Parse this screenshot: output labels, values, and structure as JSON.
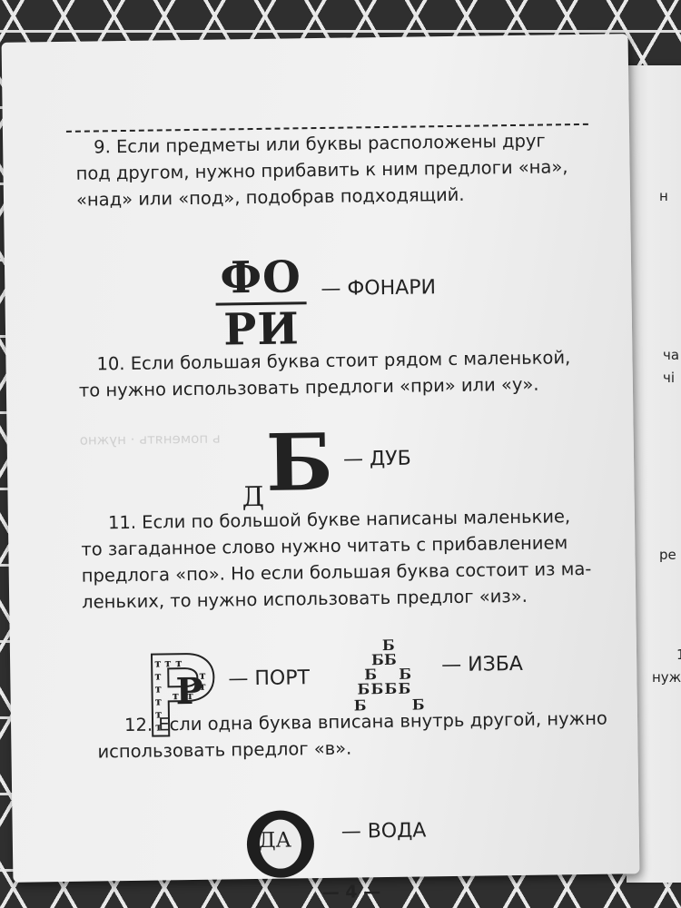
{
  "rules": [
    {
      "text_lines": [
        "9. Если предметы или буквы расположены друг",
        "под другом, нужно прибавить к ним предлоги «на»,",
        "«над» или «под», подобрав подходящий."
      ]
    },
    {
      "text_lines": [
        "10. Если большая буква стоит рядом с маленькой,",
        "то нужно использовать предлоги «при» или «у»."
      ]
    },
    {
      "text_lines": [
        "11. Если по большой букве написаны маленькие,",
        "то загаданное слово нужно читать с прибавлением",
        "предлога «по». Но если большая буква состоит из ма-",
        "леньких, то нужно использовать предлог «из»."
      ]
    },
    {
      "text_lines": [
        "12. Если одна буква вписана внутрь другой, нужно",
        "использовать предлог «в»."
      ]
    }
  ],
  "examples": {
    "fonari": {
      "top": "ФО",
      "bottom": "РИ",
      "answer": "— ФОНАРИ"
    },
    "dub": {
      "big": "Б",
      "small": "Д",
      "answer": "— ДУБ"
    },
    "port": {
      "big": "Р",
      "small": "т",
      "answer": "— ПОРТ"
    },
    "izba": {
      "small": "Б",
      "answer": "— ИЗБА"
    },
    "voda": {
      "inner": "ДА",
      "answer": "— ВОДА"
    }
  },
  "page_number": "— 4 —",
  "right_page_fragments": [
    "н",
    "ча",
    "чі",
    "ре",
    "1",
    "нуж"
  ]
}
